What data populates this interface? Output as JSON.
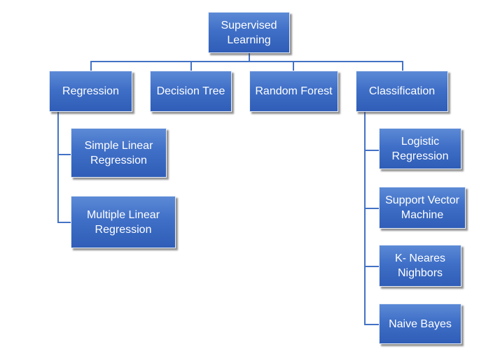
{
  "diagram": {
    "root": "Supervised\nLearning",
    "categories": {
      "regression": "Regression",
      "decision_tree": "Decision Tree",
      "random_forest": "Random Forest",
      "classification": "Classification"
    },
    "regression_children": {
      "simple_linear": "Simple Linear\nRegression",
      "multiple_linear": "Multiple Linear\nRegression"
    },
    "classification_children": {
      "logistic": "Logistic\nRegression",
      "svm": "Support Vector\nMachine",
      "knn": "K- Neares\nNighbors",
      "naive_bayes": "Naive Bayes"
    }
  },
  "colors": {
    "node_fill": "#4472c4",
    "connector": "#4472c4",
    "text": "#ffffff"
  }
}
